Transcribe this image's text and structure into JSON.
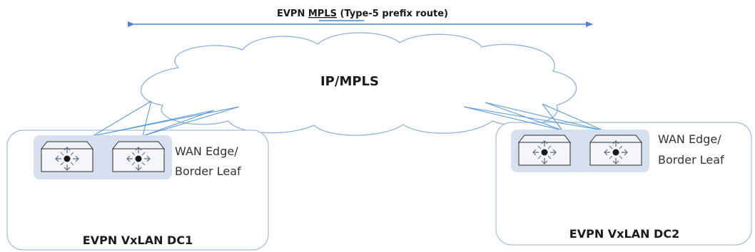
{
  "top_arrow": {
    "label_prefix": "EVPN ",
    "label_underlined": "MPLS",
    "label_suffix": "  (Type-5  prefix route)"
  },
  "cloud": {
    "label": "IP/MPLS"
  },
  "dc1": {
    "title": "EVPN VxLAN DC1",
    "edge_label_line1": "WAN Edge/",
    "edge_label_line2": "Border Leaf"
  },
  "dc2": {
    "title": "EVPN VxLAN DC2",
    "edge_label_line1": "WAN Edge/",
    "edge_label_line2": "Border Leaf"
  },
  "colors": {
    "line": "#5b9bd5",
    "arrow": "#4a86c8",
    "group_fill": "#d6e0ee",
    "dc_border": "#a7bdd6",
    "cloud_stroke": "#8fb2dc",
    "text": "#1a1a1a"
  },
  "icons": {
    "router": "switch-router-icon"
  }
}
